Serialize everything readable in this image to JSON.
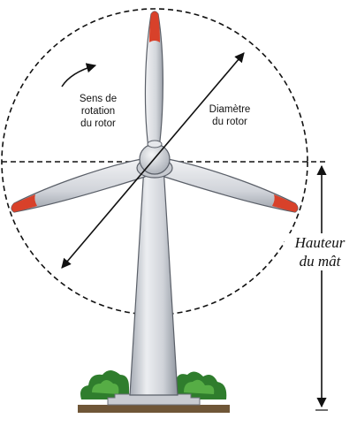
{
  "labels": {
    "rotation_sense": [
      "Sens de",
      "rotation",
      "du rotor"
    ],
    "rotor_diameter": [
      "Diamètre",
      "du rotor"
    ],
    "mast_height": [
      "Hauteur",
      "du mât"
    ]
  },
  "colors": {
    "line": "#111111",
    "blade_fill": "#d9dbe0",
    "blade_shade": "#9ea2ab",
    "blade_tip": "#d8412a",
    "tower_fill": "#d3d6dc",
    "tower_shade": "#9aa0aa",
    "ground": "#6f5637",
    "bush_dark": "#2f7d2d",
    "bush_light": "#56ad45"
  }
}
